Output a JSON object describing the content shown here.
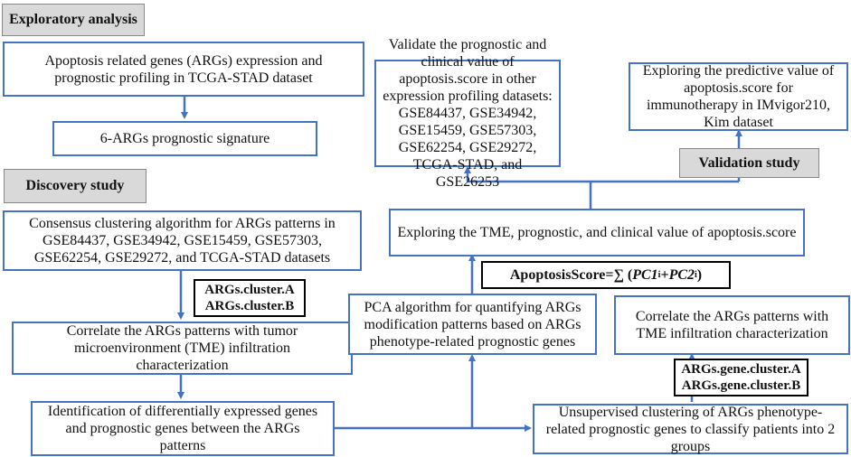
{
  "labels": {
    "exploratory": "Exploratory analysis",
    "discovery": "Discovery study",
    "validation": "Validation study"
  },
  "boxes": {
    "arg_profiling": "Apoptosis related genes (ARGs) expression and prognostic profiling in TCGA-STAD dataset",
    "signature": "6-ARGs prognostic signature",
    "consensus": "Consensus clustering algorithm for ARGs patterns in GSE84437, GSE34942, GSE15459, GSE57303, GSE62254, GSE29272, and TCGA-STAD datasets",
    "correlate_tme": "Correlate the ARGs patterns with tumor microenvironment (TME) infiltration characterization",
    "diff_genes": "Identification of differentially expressed genes and prognostic genes between the ARGs patterns",
    "unsupervised": "Unsupervised clustering of ARGs phenotype-related prognostic genes to classify patients into 2 groups",
    "correlate_tme2": "Correlate the ARGs patterns with TME infiltration characterization",
    "pca": "PCA algorithm for quantifying ARGs modification patterns based on ARGs phenotype-related prognostic genes",
    "tme_value": "Exploring the TME, prognostic, and clinical value of apoptosis.score",
    "validate": "Validate the prognostic and clinical value of apoptosis.score in other expression profiling datasets: GSE84437, GSE34942, GSE15459, GSE57303, GSE62254, GSE29272, TCGA-STAD, and GSE26253",
    "immuno": "Exploring the predictive value of apoptosis.score for immunotherapy in IMvigor210, Kim dataset"
  },
  "tags": {
    "cluster_a": "ARGs.cluster.A",
    "cluster_b": "ARGs.cluster.B",
    "gene_cluster_a": "ARGs.gene.cluster.A",
    "gene_cluster_b": "ARGs.gene.cluster.B"
  },
  "formula": {
    "text": "ApoptosisScore=∑ (PC1i+ PC2i)",
    "lhs": "ApoptosisScore=∑ (",
    "pc1": "PC1",
    "sub1": "i",
    "plus": "+ ",
    "pc2": "PC2",
    "sub2": "i",
    "close": ")"
  },
  "colors": {
    "box_border": "#4472c4",
    "arrow": "#4472c4",
    "label_fill": "#d9d9d9"
  }
}
